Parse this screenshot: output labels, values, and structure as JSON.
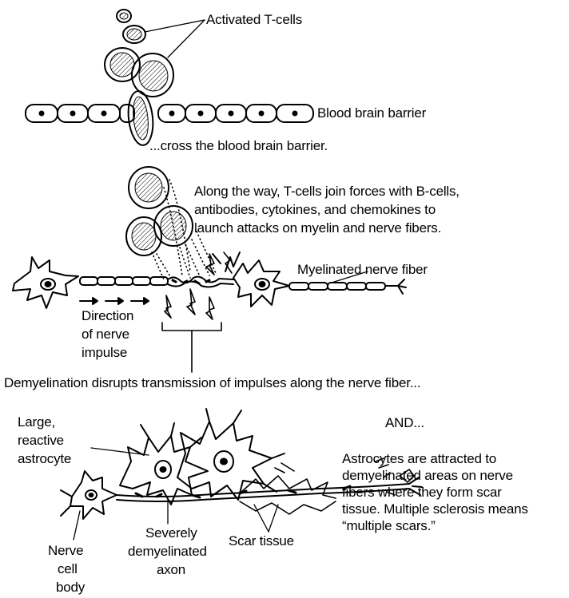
{
  "labels": {
    "activated_tcells": "Activated T-cells",
    "blood_brain_barrier": "Blood brain barrier",
    "cross_barrier": "...cross the blood brain barrier.",
    "along_the_way": [
      "Along the way, T-cells join forces with B-cells,",
      "antibodies, cytokines, and chemokines to",
      "launch attacks on myelin and nerve fibers."
    ],
    "myelinated_fiber": "Myelinated nerve fiber",
    "direction": [
      "Direction",
      "of nerve",
      "impulse"
    ],
    "demyelination": "Demyelination disrupts transmission of impulses along the nerve fiber...",
    "and": "AND...",
    "astrocyte": [
      "Large,",
      "reactive",
      "astrocyte"
    ],
    "astrocytes_text": [
      "Astrocytes are attracted to",
      "demyelinated areas on nerve",
      "fibers where they form scar",
      "tissue.  Multiple sclerosis means",
      "“multiple scars.”"
    ],
    "severely": [
      "Severely",
      "demyelinated",
      "axon"
    ],
    "nerve_cell_body": [
      "Nerve",
      "cell",
      "body"
    ],
    "scar_tissue": "Scar tissue"
  },
  "colors": {
    "ink": "#000000",
    "paper": "#ffffff"
  }
}
